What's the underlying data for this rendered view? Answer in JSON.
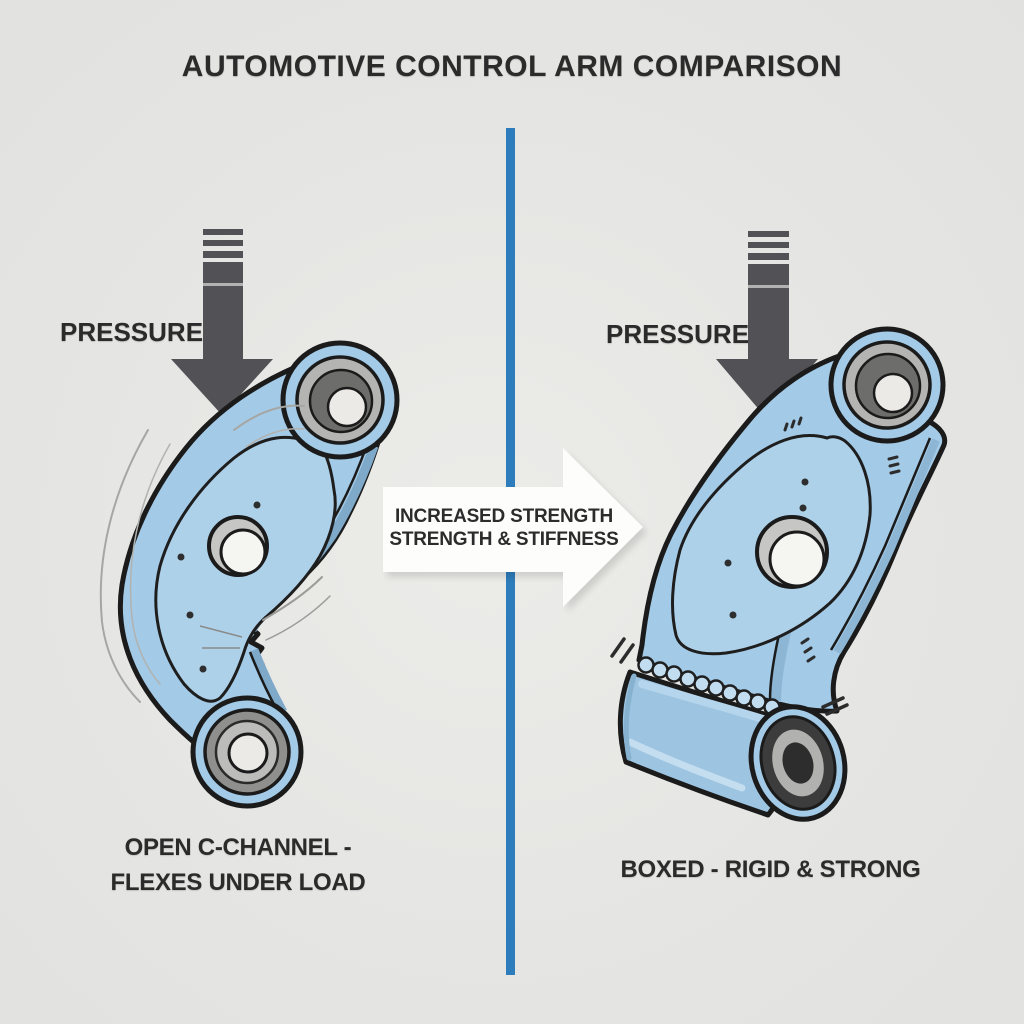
{
  "title": "AUTOMOTIVE CONTROL ARM COMPARISON",
  "left_panel": {
    "pressure_label": "PRESSURE",
    "caption_line1": "OPEN C-CHANNEL -",
    "caption_line2": "FLEXES UNDER LOAD"
  },
  "center": {
    "arrow_label_line1": "INCREASED STRENGTH",
    "arrow_label_line2": "STRENGTH & STIFFNESS"
  },
  "right_panel": {
    "pressure_label": "PRESSURE",
    "caption": "BOXED - RIGID & STRONG"
  },
  "colors": {
    "background": "#e5e5e3",
    "divider_blue": "#2d7cbb",
    "arm_blue": "#a3cae6",
    "arm_blue_inner": "#aed1ea",
    "arm_blue_shade": "#7fa9c9",
    "outline_dark": "#1b1b1b",
    "pressure_arrow_gray": "#515156",
    "text_dark": "#2b2b2b",
    "callout_white": "#fdfdfc",
    "bushing_gray_light": "#b4b4b2",
    "bushing_gray_dark": "#3c3c3c"
  }
}
